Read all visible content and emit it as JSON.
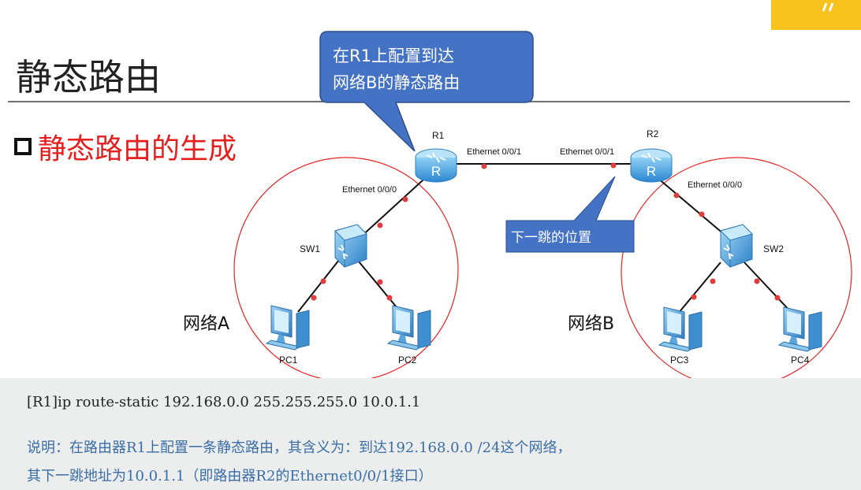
{
  "colors": {
    "accent_red": "#e61e1e",
    "callout_fill": "#4472c4",
    "corner_yellow": "#f7c21b",
    "note_blue": "#3a6da6",
    "link_dot": "#e03c3c"
  },
  "header": {
    "title": "静态路由",
    "subtitle": "静态路由的生成"
  },
  "diagram": {
    "routers": [
      {
        "label": "R1",
        "icon": "router-icon"
      },
      {
        "label": "R2",
        "icon": "router-icon"
      }
    ],
    "switches": [
      {
        "label": "SW1",
        "icon": "switch-icon"
      },
      {
        "label": "SW2",
        "icon": "switch-icon"
      }
    ],
    "pcs": [
      {
        "label": "PC1",
        "icon": "pc-icon"
      },
      {
        "label": "PC2",
        "icon": "pc-icon"
      },
      {
        "label": "PC3",
        "icon": "pc-icon"
      },
      {
        "label": "PC4",
        "icon": "pc-icon"
      }
    ],
    "interfaces": {
      "r1_right": "Ethernet 0/0/1",
      "r2_left": "Ethernet 0/0/1",
      "r1_down": "Ethernet 0/0/0",
      "r2_down": "Ethernet 0/0/0"
    },
    "networks": {
      "a": "网络A",
      "b": "网络B"
    },
    "callouts": {
      "top_line1": "在R1上配置到达",
      "top_line2": "网络B的静态路由",
      "next_hop": "下一跳的位置"
    }
  },
  "code": {
    "command": "[R1]ip route-static 192.168.0.0 255.255.255.0 10.0.1.1",
    "note_line1": "说明：在路由器R1上配置一条静态路由，其含义为：到达192.168.0.0 /24这个网络，",
    "note_line2": "其下一跳地址为10.0.1.1（即路由器R2的Ethernet0/0/1接口）"
  }
}
